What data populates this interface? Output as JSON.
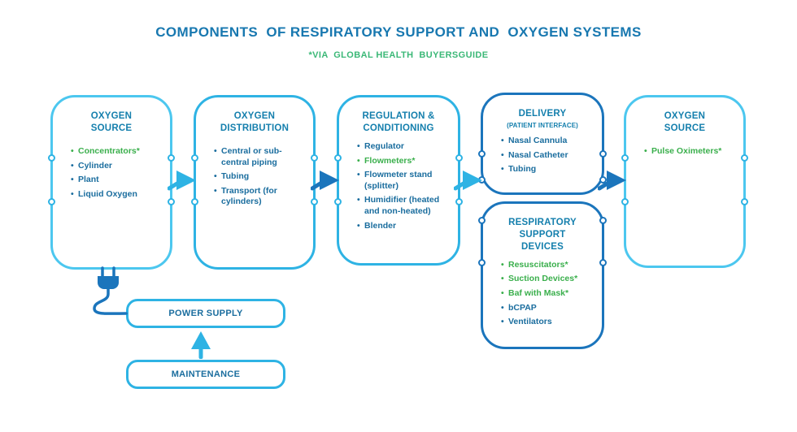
{
  "header": {
    "title": "COMPONENTS  OF RESPIRATORY SUPPORT AND  OXYGEN SYSTEMS",
    "subtitle": "*VIA  GLOBAL HEALTH  BUYERSGUIDE"
  },
  "colors": {
    "title_blue": "#1878b0",
    "subtitle_green": "#3bb877",
    "heading_teal": "#147fad",
    "box_text": "#1a6d9e",
    "item_green": "#3aaf4c",
    "cyan_light": "#4cc7ef",
    "cyan_mid": "#2eb3e4",
    "blue_dark": "#1b75bc"
  },
  "boxes": {
    "oxygen_source_left": {
      "title": "OXYGEN SOURCE",
      "items": [
        {
          "text": "Concentrators*",
          "highlight": true
        },
        {
          "text": "Cylinder"
        },
        {
          "text": "Plant"
        },
        {
          "text": "Liquid Oxygen"
        }
      ]
    },
    "oxygen_distribution": {
      "title": "OXYGEN DISTRIBUTION",
      "items": [
        {
          "text": "Central or sub-central piping"
        },
        {
          "text": "Tubing"
        },
        {
          "text": "Transport (for cylinders)"
        }
      ]
    },
    "regulation_conditioning": {
      "title": "REGULATION & CONDITIONING",
      "items": [
        {
          "text": "Regulator"
        },
        {
          "text": "Flowmeters*",
          "highlight": true
        },
        {
          "text": "Flowmeter stand (splitter)"
        },
        {
          "text": "Humidifier (heated and non-heated)"
        },
        {
          "text": "Blender"
        }
      ]
    },
    "delivery": {
      "title": "DELIVERY",
      "subtitle": "(PATIENT INTERFACE)",
      "items": [
        {
          "text": "Nasal Cannula"
        },
        {
          "text": "Nasal Catheter"
        },
        {
          "text": "Tubing"
        }
      ]
    },
    "respiratory_support_devices": {
      "title": "RESPIRATORY SUPPORT DEVICES",
      "items": [
        {
          "text": "Resuscitators*",
          "highlight": true
        },
        {
          "text": "Suction Devices*",
          "highlight": true
        },
        {
          "text": "Baf with Mask*",
          "highlight": true
        },
        {
          "text": "bCPAP"
        },
        {
          "text": "Ventilators"
        }
      ]
    },
    "oxygen_source_right": {
      "title": "OXYGEN SOURCE",
      "items": [
        {
          "text": "Pulse Oximeters*",
          "highlight": true
        }
      ]
    }
  },
  "support_nodes": {
    "power_supply": "POWER SUPPLY",
    "maintenance": "MAINTENANCE"
  }
}
